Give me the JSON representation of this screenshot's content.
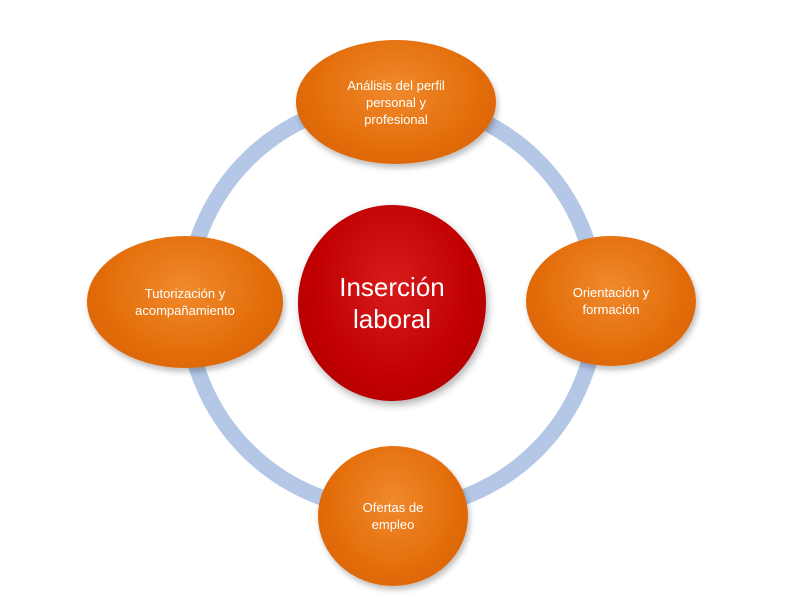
{
  "diagram": {
    "center": {
      "label": "Inserción\nlaboral"
    },
    "nodes": {
      "top": "Análisis del perfil\npersonal y\nprofesional",
      "right": "Orientación y\nformación",
      "bottom": "Ofertas de\nempleo",
      "left": "Tutorización y\nacompañamiento"
    },
    "colors": {
      "outer_node": "#e36c09",
      "center_node": "#c00000",
      "ring": "#b4c7e7",
      "text": "#ffffff"
    }
  }
}
